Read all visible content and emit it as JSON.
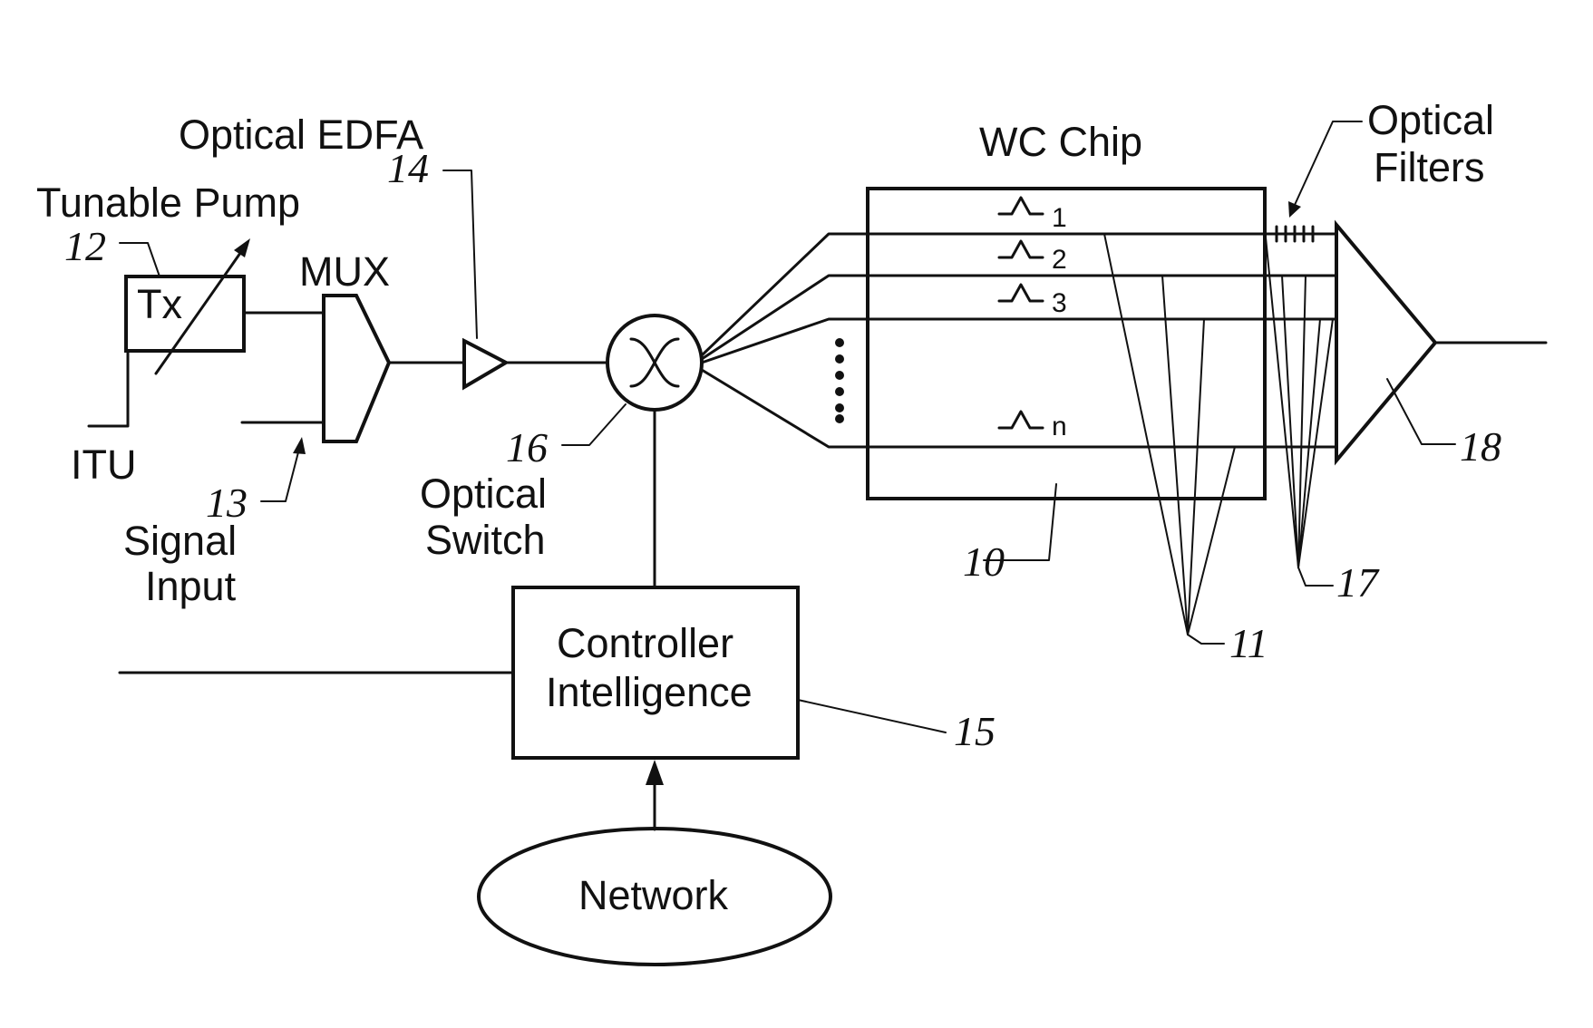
{
  "labels": {
    "optical_edfa": "Optical EDFA",
    "tunable_pump": "Tunable Pump",
    "tx": "Tx",
    "mux": "MUX",
    "itu": "ITU",
    "signal_input_line1": "Signal",
    "signal_input_line2": "Input",
    "optical_switch_line1": "Optical",
    "optical_switch_line2": "Switch",
    "wc_chip": "WC Chip",
    "optical_filters_line1": "Optical",
    "optical_filters_line2": "Filters",
    "controller_line1": "Controller",
    "controller_line2": "Intelligence",
    "network": "Network"
  },
  "references": {
    "wc_chip": "10",
    "channels": "11",
    "tunable_pump": "12",
    "signal_input": "13",
    "edfa": "14",
    "controller": "15",
    "optical_switch": "16",
    "optical_filters": "17",
    "combiner": "18"
  },
  "channels": [
    "1",
    "2",
    "3",
    "n"
  ]
}
